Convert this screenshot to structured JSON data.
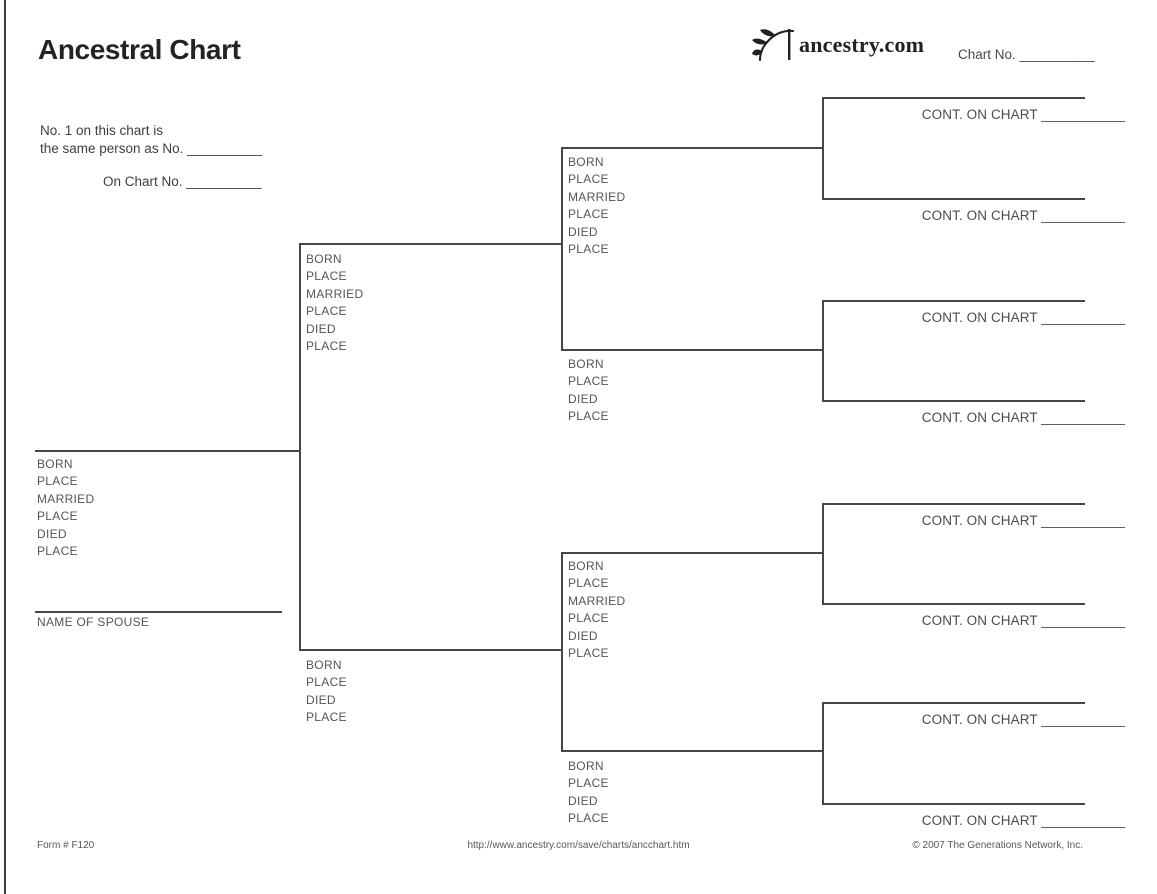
{
  "page": {
    "title": "Ancestral Chart",
    "chart_no": "Chart No. __________",
    "logo": {
      "name": "ancestry.com",
      "icon": "ancestry-leaf"
    },
    "note": {
      "line1": "No. 1 on this chart is",
      "line2": "the same person as No. __________",
      "line3": "On Chart No. __________"
    }
  },
  "chart": {
    "cont_on_chart_label": "CONT. ON CHART ___________",
    "spouse_label": "NAME OF SPOUSE",
    "slots": {
      "person1": {
        "fields": [
          "BORN",
          "PLACE",
          "MARRIED",
          "PLACE",
          "DIED",
          "PLACE"
        ]
      },
      "father": {
        "fields": [
          "BORN",
          "PLACE",
          "MARRIED",
          "PLACE",
          "DIED",
          "PLACE"
        ]
      },
      "mother": {
        "fields": [
          "BORN",
          "PLACE",
          "DIED",
          "PLACE"
        ]
      },
      "paternal_grandfather": {
        "fields": [
          "BORN",
          "PLACE",
          "MARRIED",
          "PLACE",
          "DIED",
          "PLACE"
        ]
      },
      "paternal_grandmother": {
        "fields": [
          "BORN",
          "PLACE",
          "DIED",
          "PLACE"
        ]
      },
      "maternal_grandfather": {
        "fields": [
          "BORN",
          "PLACE",
          "MARRIED",
          "PLACE",
          "DIED",
          "PLACE"
        ]
      },
      "maternal_grandmother": {
        "fields": [
          "BORN",
          "PLACE",
          "DIED",
          "PLACE"
        ]
      }
    }
  },
  "footer": {
    "form_number": "Form # F120",
    "url": "http://www.ancestry.com/save/charts/ancchart.htm",
    "copyright": "© 2007 The Generations Network, Inc."
  },
  "colors": {
    "line": "#47474a",
    "label_text": "#54555a",
    "title_text": "#262224"
  }
}
